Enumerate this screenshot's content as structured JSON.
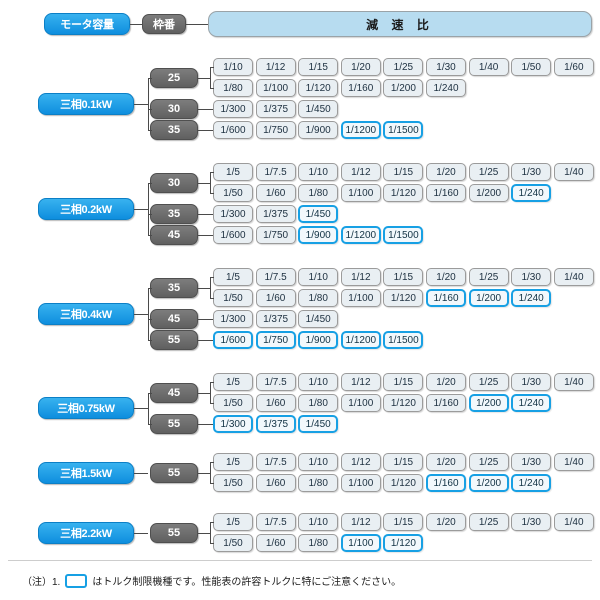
{
  "header": {
    "motor_capacity_label": "モータ容量",
    "frame_label": "枠番",
    "ratio_label": "減 速 比"
  },
  "footer": {
    "note": "（注）1.",
    "note_text": "はトルク制限機種です。性能表の許容トルクに特にご注意ください。"
  },
  "colors": {
    "capacity_blue": "#0e8ede",
    "frame_gray": "#6d6d6d",
    "header_light_blue": "#b7dcf0",
    "chip_fill": "#e9eff3",
    "highlight_blue": "#17a0e4"
  },
  "chart_data": {
    "type": "table",
    "title": "モータ容量・枠番・減速比 対応表",
    "columns": [
      "モータ容量",
      "枠番",
      "減速比"
    ],
    "legend": "青枠はトルク制限機種",
    "groups": [
      {
        "capacity": "三相0.1kW",
        "frames": [
          {
            "frame": "25",
            "rows": [
              {
                "ratios": [
                  "1/10",
                  "1/12",
                  "1/15",
                  "1/20",
                  "1/25",
                  "1/30",
                  "1/40",
                  "1/50",
                  "1/60"
                ],
                "highlighted": []
              },
              {
                "ratios": [
                  "1/80",
                  "1/100",
                  "1/120",
                  "1/160",
                  "1/200",
                  "1/240"
                ],
                "highlighted": []
              }
            ]
          },
          {
            "frame": "30",
            "rows": [
              {
                "ratios": [
                  "1/300",
                  "1/375",
                  "1/450"
                ],
                "highlighted": []
              }
            ]
          },
          {
            "frame": "35",
            "rows": [
              {
                "ratios": [
                  "1/600",
                  "1/750",
                  "1/900",
                  "1/1200",
                  "1/1500"
                ],
                "highlighted": [
                  "1/1200",
                  "1/1500"
                ]
              }
            ]
          }
        ]
      },
      {
        "capacity": "三相0.2kW",
        "frames": [
          {
            "frame": "30",
            "rows": [
              {
                "ratios": [
                  "1/5",
                  "1/7.5",
                  "1/10",
                  "1/12",
                  "1/15",
                  "1/20",
                  "1/25",
                  "1/30",
                  "1/40"
                ],
                "highlighted": []
              },
              {
                "ratios": [
                  "1/50",
                  "1/60",
                  "1/80",
                  "1/100",
                  "1/120",
                  "1/160",
                  "1/200",
                  "1/240"
                ],
                "highlighted": [
                  "1/240"
                ]
              }
            ]
          },
          {
            "frame": "35",
            "rows": [
              {
                "ratios": [
                  "1/300",
                  "1/375",
                  "1/450"
                ],
                "highlighted": [
                  "1/450"
                ]
              }
            ]
          },
          {
            "frame": "45",
            "rows": [
              {
                "ratios": [
                  "1/600",
                  "1/750",
                  "1/900",
                  "1/1200",
                  "1/1500"
                ],
                "highlighted": [
                  "1/900",
                  "1/1200",
                  "1/1500"
                ]
              }
            ]
          }
        ]
      },
      {
        "capacity": "三相0.4kW",
        "frames": [
          {
            "frame": "35",
            "rows": [
              {
                "ratios": [
                  "1/5",
                  "1/7.5",
                  "1/10",
                  "1/12",
                  "1/15",
                  "1/20",
                  "1/25",
                  "1/30",
                  "1/40"
                ],
                "highlighted": []
              },
              {
                "ratios": [
                  "1/50",
                  "1/60",
                  "1/80",
                  "1/100",
                  "1/120",
                  "1/160",
                  "1/200",
                  "1/240"
                ],
                "highlighted": [
                  "1/160",
                  "1/200",
                  "1/240"
                ]
              }
            ]
          },
          {
            "frame": "45",
            "rows": [
              {
                "ratios": [
                  "1/300",
                  "1/375",
                  "1/450"
                ],
                "highlighted": []
              }
            ]
          },
          {
            "frame": "55",
            "rows": [
              {
                "ratios": [
                  "1/600",
                  "1/750",
                  "1/900",
                  "1/1200",
                  "1/1500"
                ],
                "highlighted": [
                  "1/600",
                  "1/750",
                  "1/900",
                  "1/1200",
                  "1/1500"
                ]
              }
            ]
          }
        ]
      },
      {
        "capacity": "三相0.75kW",
        "frames": [
          {
            "frame": "45",
            "rows": [
              {
                "ratios": [
                  "1/5",
                  "1/7.5",
                  "1/10",
                  "1/12",
                  "1/15",
                  "1/20",
                  "1/25",
                  "1/30",
                  "1/40"
                ],
                "highlighted": []
              },
              {
                "ratios": [
                  "1/50",
                  "1/60",
                  "1/80",
                  "1/100",
                  "1/120",
                  "1/160",
                  "1/200",
                  "1/240"
                ],
                "highlighted": [
                  "1/200",
                  "1/240"
                ]
              }
            ]
          },
          {
            "frame": "55",
            "rows": [
              {
                "ratios": [
                  "1/300",
                  "1/375",
                  "1/450"
                ],
                "highlighted": [
                  "1/300",
                  "1/375",
                  "1/450"
                ]
              }
            ]
          }
        ]
      },
      {
        "capacity": "三相1.5kW",
        "frames": [
          {
            "frame": "55",
            "rows": [
              {
                "ratios": [
                  "1/5",
                  "1/7.5",
                  "1/10",
                  "1/12",
                  "1/15",
                  "1/20",
                  "1/25",
                  "1/30",
                  "1/40"
                ],
                "highlighted": []
              },
              {
                "ratios": [
                  "1/50",
                  "1/60",
                  "1/80",
                  "1/100",
                  "1/120",
                  "1/160",
                  "1/200",
                  "1/240"
                ],
                "highlighted": [
                  "1/160",
                  "1/200",
                  "1/240"
                ]
              }
            ]
          }
        ]
      },
      {
        "capacity": "三相2.2kW",
        "frames": [
          {
            "frame": "55",
            "rows": [
              {
                "ratios": [
                  "1/5",
                  "1/7.5",
                  "1/10",
                  "1/12",
                  "1/15",
                  "1/20",
                  "1/25",
                  "1/30",
                  "1/40"
                ],
                "highlighted": []
              },
              {
                "ratios": [
                  "1/50",
                  "1/60",
                  "1/80",
                  "1/100",
                  "1/120"
                ],
                "highlighted": [
                  "1/100",
                  "1/120"
                ]
              }
            ]
          }
        ]
      }
    ]
  }
}
